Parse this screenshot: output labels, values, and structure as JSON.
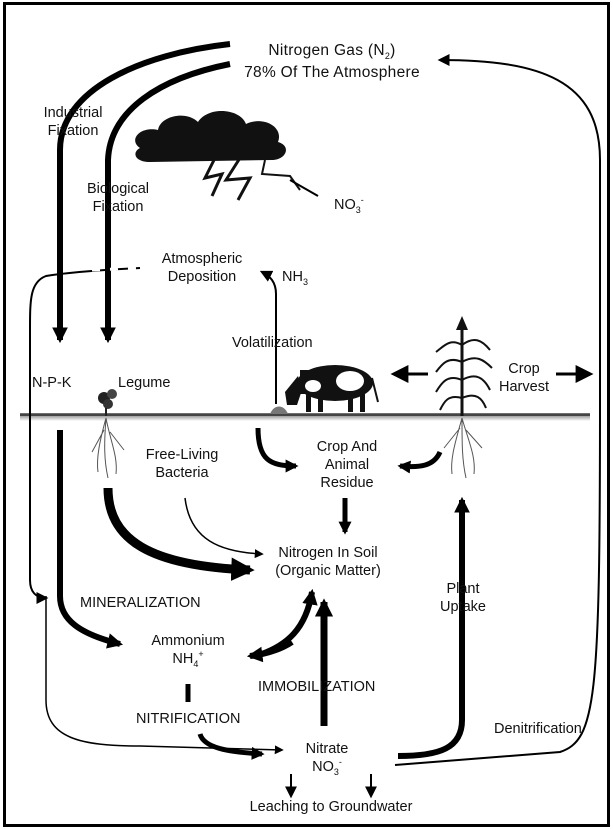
{
  "nodes": {
    "nitrogen_gas": "Nitrogen Gas (N",
    "nitrogen_gas_sub": "2",
    "nitrogen_gas_close": ")",
    "atmosphere_pct": "78% Of The Atmosphere",
    "no3_air": "NO",
    "no3_air_sub": "3",
    "no3_air_sup": "-",
    "nh3": "NH",
    "nh3_sub": "3",
    "npk": "N-P-K",
    "legume": "Legume",
    "crop_residue_1": "Crop And",
    "crop_residue_2": "Animal",
    "crop_residue_3": "Residue",
    "nitrogen_soil_1": "Nitrogen In Soil",
    "nitrogen_soil_2": "(Organic Matter)",
    "ammonium": "Ammonium",
    "nh4": "NH",
    "nh4_sub": "4",
    "nh4_sup": "+",
    "nitrate": "Nitrate",
    "no3": "NO",
    "no3_sub": "3",
    "no3_sup": "-",
    "leaching": "Leaching to Groundwater"
  },
  "processes": {
    "industrial_1": "Industrial",
    "industrial_2": "Fixation",
    "biological_1": "Biological",
    "biological_2": "Fixation",
    "deposition_1": "Atmospheric",
    "deposition_2": "Deposition",
    "volatilization": "Volatilization",
    "crop_harvest_1": "Crop",
    "crop_harvest_2": "Harvest",
    "free_living_1": "Free-Living",
    "free_living_2": "Bacteria",
    "mineralization": "MINERALIZATION",
    "immobilization": "IMMOBILIZATION",
    "nitrification": "NITRIFICATION",
    "plant_uptake_1": "Plant",
    "plant_uptake_2": "Uptake",
    "denitrification": "Denitrification"
  }
}
